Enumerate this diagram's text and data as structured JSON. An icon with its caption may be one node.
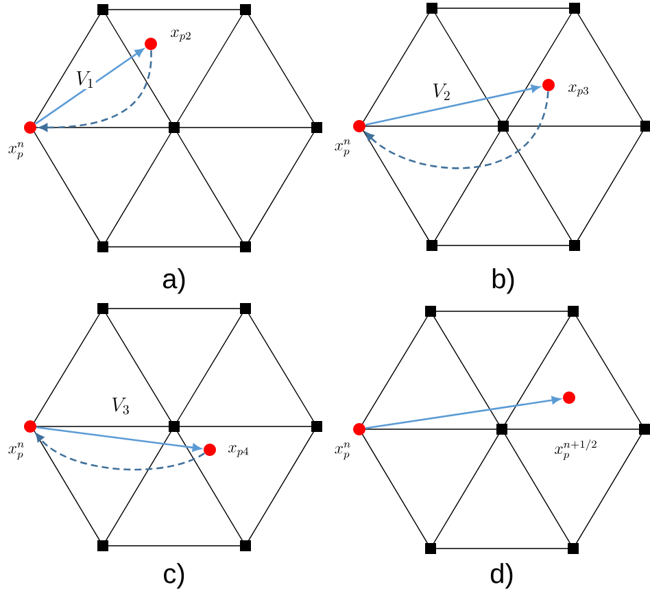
{
  "diagram": {
    "nodes": [
      {
        "text": [],
        "shape": "circle",
        "beside": [
          "x_p^n"
        ]
      },
      {
        "text": [],
        "shape": "circle",
        "beside": [
          "x_{p2}"
        ]
      },
      {
        "text": [],
        "shape": "circle",
        "beside": [
          "x_p^n"
        ]
      },
      {
        "text": [],
        "shape": "circle",
        "beside": [
          "x_{p3}"
        ]
      },
      {
        "text": [],
        "shape": "circle",
        "beside": [
          "x_p^n"
        ]
      },
      {
        "text": [],
        "shape": "circle",
        "beside": [
          "x_{p4}"
        ]
      },
      {
        "text": [],
        "shape": "circle",
        "beside": [
          "x_p^n"
        ]
      },
      {
        "text": [],
        "shape": "circle",
        "beside": [
          "x_p^{n+1/2}"
        ]
      }
    ],
    "edges": [
      {
        "from": 0,
        "to": 1,
        "arrow": "to",
        "label": "V_1"
      },
      {
        "from": 1,
        "to": 0,
        "arrow": "to",
        "style": "dashed",
        "color": "#41719c"
      },
      {
        "from": 2,
        "to": 3,
        "arrow": "to",
        "label": "V_2"
      },
      {
        "from": 3,
        "to": 2,
        "arrow": "to",
        "style": "dashed",
        "color": "#41719c"
      },
      {
        "from": 4,
        "to": 5,
        "arrow": "to",
        "label": "V_3"
      },
      {
        "from": 5,
        "to": 4,
        "arrow": "to",
        "style": "dashed",
        "color": "#41719c"
      },
      {
        "from": 6,
        "to": 7,
        "arrow": "to"
      }
    ],
    "labels": [
      "a)",
      "b)",
      "c)",
      "d)"
    ]
  }
}
